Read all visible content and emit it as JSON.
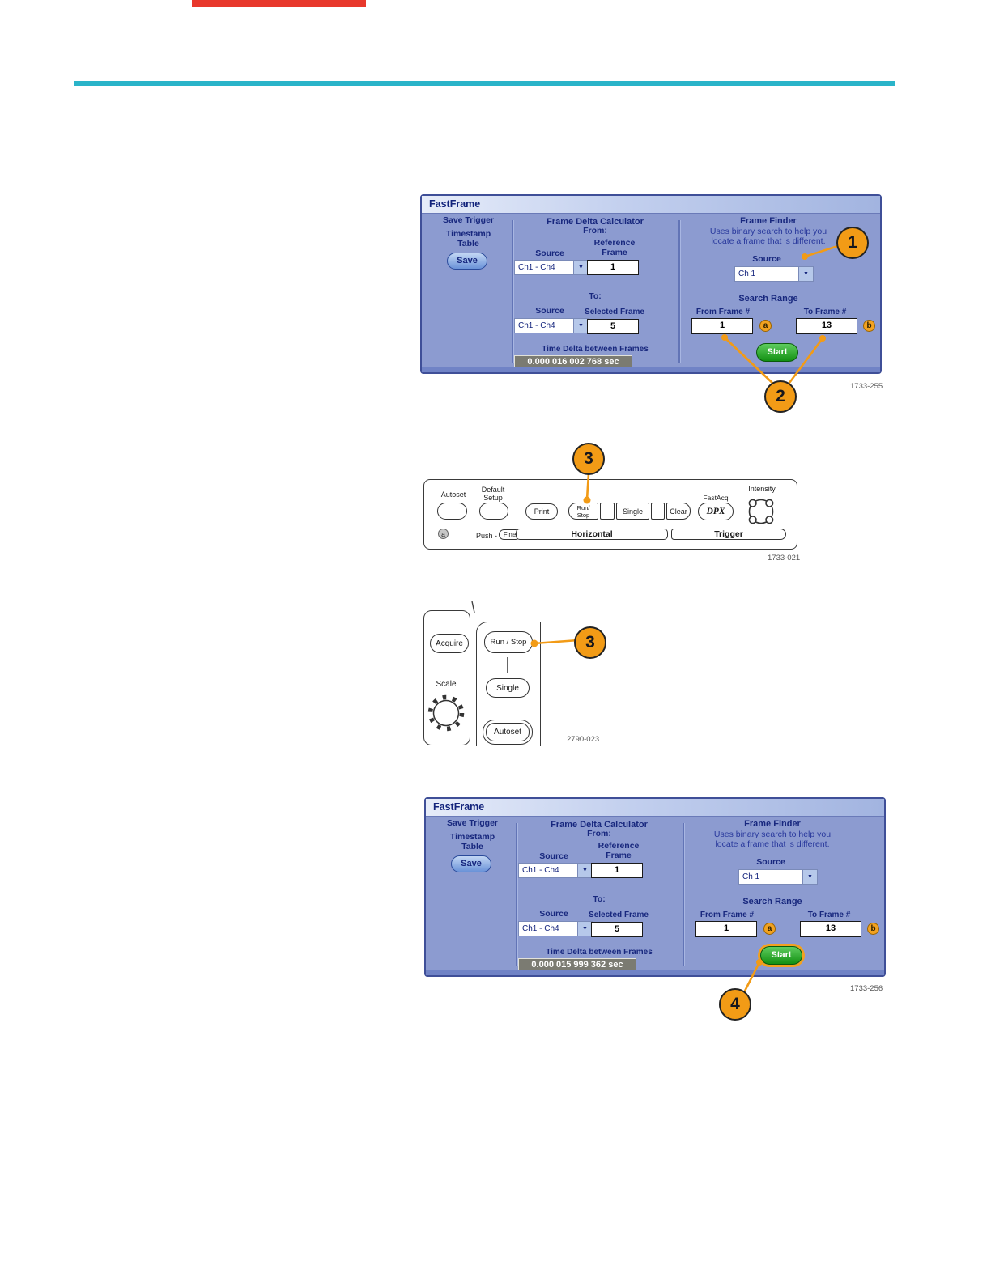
{
  "page": {
    "background": "#ffffff",
    "rule_color": "#2ab4c9",
    "top_bar_color": "#e8382c"
  },
  "icons": {
    "arrow_down": "▼"
  },
  "ff": {
    "title": "FastFrame",
    "save_trigger": "Save Trigger",
    "timestamp": "Timestamp",
    "table": "Table",
    "save_button": "Save",
    "delta_heading": "Frame Delta Calculator",
    "from_label": "From:",
    "source_label": "Source",
    "source_value": "Ch1 - Ch4",
    "reference_line1": "Reference",
    "reference_line2": "Frame",
    "reference_value": "1",
    "to_label": "To:",
    "selected_label": "Selected Frame",
    "selected_value": "5",
    "time_delta_label": "Time Delta between Frames",
    "finder_heading": "Frame Finder",
    "finder_desc1": "Uses binary search to help you",
    "finder_desc2": "locate a frame that is different.",
    "finder_source_value": "Ch 1",
    "search_range": "Search Range",
    "from_frame_label": "From Frame #",
    "from_frame_value": "1",
    "marker_a": "a",
    "to_frame_label": "To Frame #",
    "to_frame_value": "13",
    "marker_b": "b",
    "start_button": "Start"
  },
  "panel_a": {
    "time_delta": "0.000 016 002 768 sec",
    "fig_label": "1733-255"
  },
  "panel_b": {
    "time_delta": "0.000 015 999 362 sec",
    "fig_label": "1733-256"
  },
  "front_panel": {
    "autoset": "Autoset",
    "default_line1": "Default",
    "default_line2": "Setup",
    "print": "Print",
    "run_line1": "Run/",
    "run_line2": "Stop",
    "single": "Single",
    "clear": "Clear",
    "fastacq": "FastAcq",
    "dpx": "DPX",
    "intensity": "Intensity",
    "knob_a": "a",
    "push_label": "Push -",
    "fine_label": "Fine",
    "horizontal": "Horizontal",
    "trigger": "Trigger",
    "fig_label": "1733-021"
  },
  "acq_panel": {
    "acquire": "Acquire",
    "run_stop": "Run / Stop",
    "single": "Single",
    "autoset": "Autoset",
    "scale": "Scale",
    "fig_label": "2790-023"
  },
  "callouts": {
    "c1": "1",
    "c2": "2",
    "c3": "3",
    "c4": "4"
  }
}
